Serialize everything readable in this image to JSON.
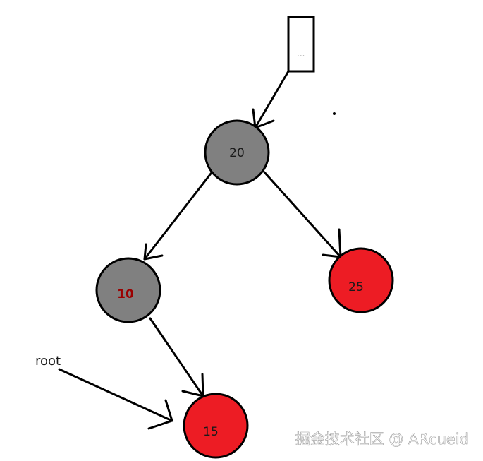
{
  "diagram": {
    "parent_box": {
      "label": "..."
    },
    "nodes": [
      {
        "id": "n20",
        "value": "20",
        "color": "gray"
      },
      {
        "id": "n10",
        "value": "10",
        "color": "gray"
      },
      {
        "id": "n25",
        "value": "25",
        "color": "red"
      },
      {
        "id": "n15",
        "value": "15",
        "color": "red"
      }
    ],
    "edges": [
      {
        "from": "parent-box",
        "to": "n20"
      },
      {
        "from": "n20",
        "to": "n10"
      },
      {
        "from": "n20",
        "to": "n25"
      },
      {
        "from": "n10",
        "to": "n15"
      },
      {
        "from": "root-pointer",
        "to": "n15"
      }
    ],
    "root_label": "root"
  },
  "colors": {
    "gray_node": "#808080",
    "red_node": "#ed1c24",
    "stroke": "#000000",
    "red_text": "#9b0000",
    "text": "#1a1a1a",
    "watermark": "#ffffff"
  },
  "watermark": "掘金技术社区 @ ARcueid"
}
